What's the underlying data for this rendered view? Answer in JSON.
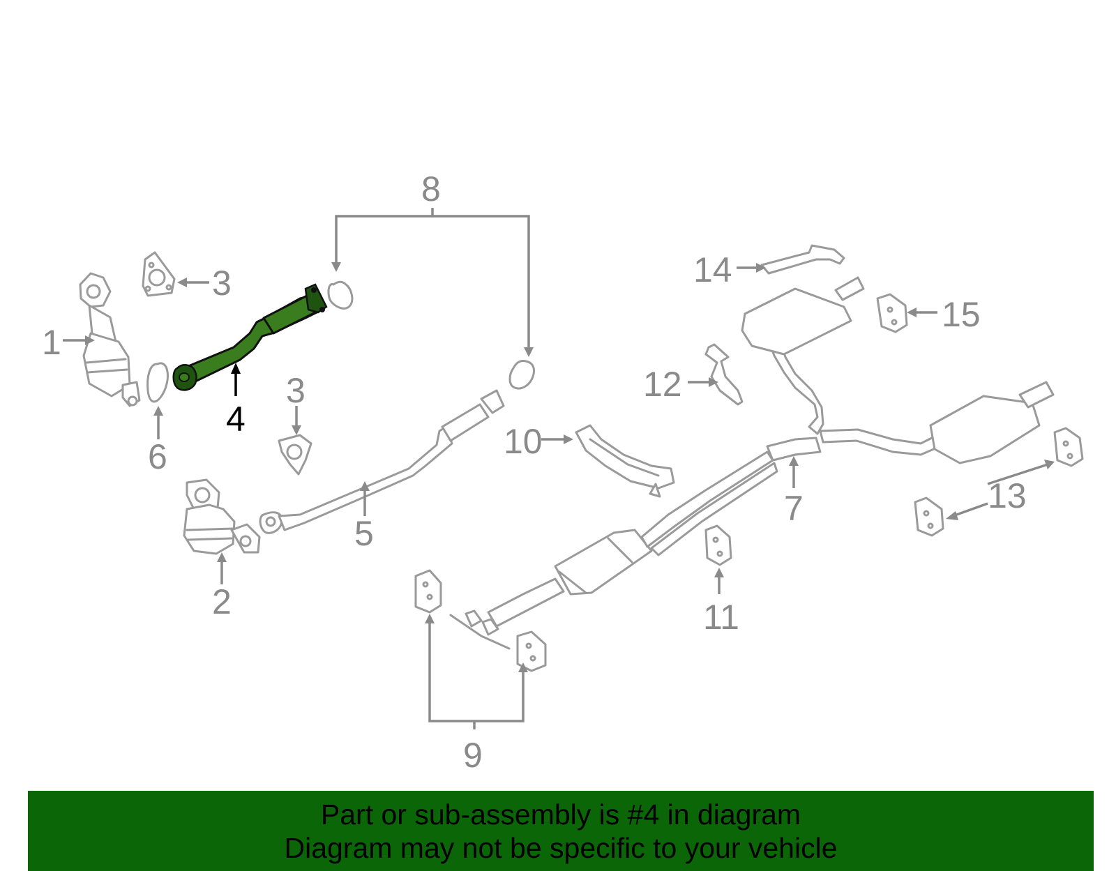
{
  "callouts": {
    "c1": "1",
    "c2": "2",
    "c3a": "3",
    "c3b": "3",
    "c4": "4",
    "c5": "5",
    "c6": "6",
    "c7": "7",
    "c8": "8",
    "c9": "9",
    "c10": "10",
    "c11": "11",
    "c12": "12",
    "c13": "13",
    "c14": "14",
    "c15": "15"
  },
  "highlighted_part": "4",
  "colors": {
    "highlight": "#3a7d1e",
    "banner": "#0b6608",
    "line": "#9a9a9a"
  },
  "banner": {
    "line1": "Part or sub-assembly is #4 in diagram",
    "line2": "Diagram may not be specific to your vehicle"
  }
}
